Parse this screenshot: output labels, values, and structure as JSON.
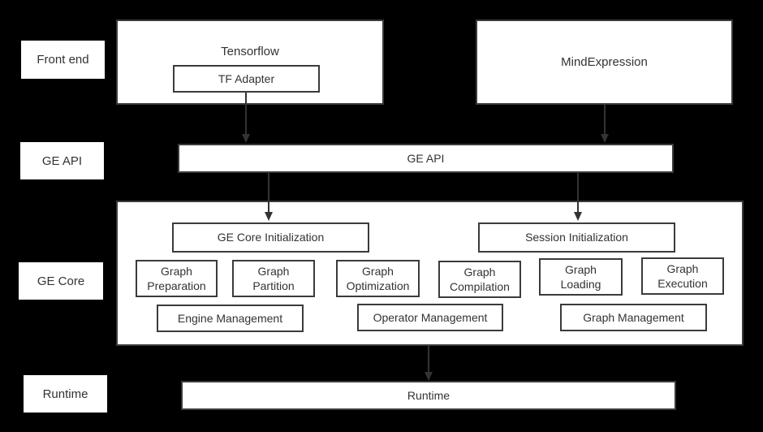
{
  "colors": {
    "background": "#000000",
    "box_fill": "#ffffff",
    "box_border": "#3b3b3b",
    "text": "#333333",
    "arrow": "#333333"
  },
  "row_labels": {
    "front_end": "Front end",
    "ge_api": "GE API",
    "ge_core": "GE Core",
    "runtime": "Runtime"
  },
  "front_end": {
    "tensorflow": "Tensorflow",
    "tf_adapter": "TF Adapter",
    "mind_expression": "MindExpression"
  },
  "ge_api": {
    "label": "GE API"
  },
  "ge_core": {
    "ge_core_initialization": "GE Core Initialization",
    "session_initialization": "Session Initialization",
    "modules": [
      "Graph Preparation",
      "Graph Partition",
      "Graph Optimization",
      "Graph Compilation",
      "Graph Loading",
      "Graph Execution"
    ],
    "managers": [
      "Engine Management",
      "Operator Management",
      "Graph Management"
    ]
  },
  "runtime": {
    "label": "Runtime"
  }
}
